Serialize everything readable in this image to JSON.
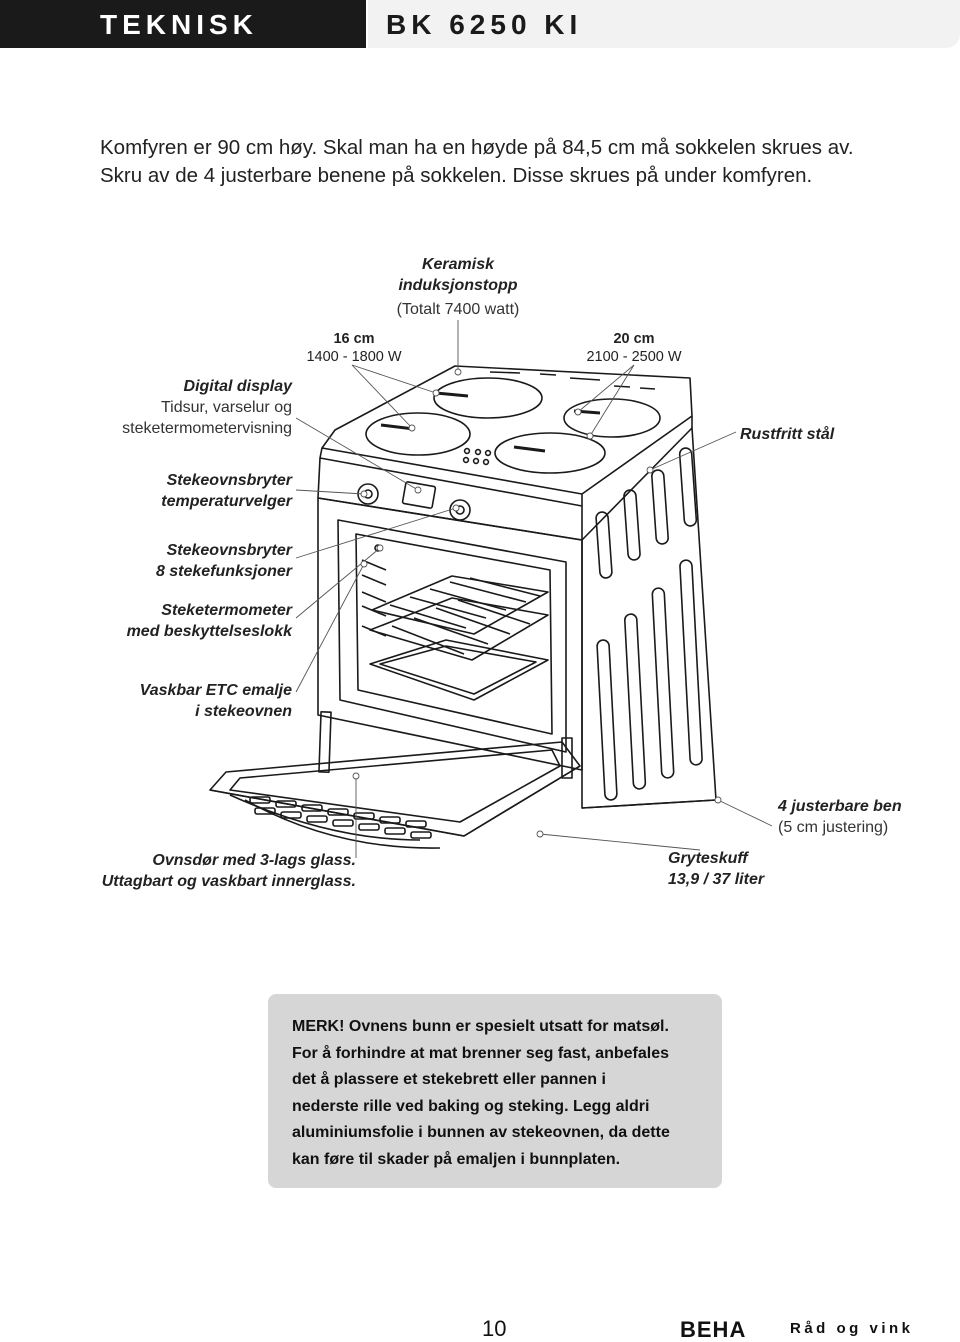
{
  "header": {
    "section": "TEKNISK",
    "model": "BK 6250 KI"
  },
  "intro": {
    "line1": "Komfyren er 90 cm høy. Skal man ha en høyde på 84,5 cm må sokkelen skrues av.",
    "line2": "Skru av de 4 justerbare benene på sokkelen. Disse skrues på under komfyren."
  },
  "labels": {
    "cooktop_title1": "Keramisk",
    "cooktop_title2": "induksjonstopp",
    "cooktop_total": "(Totalt 7400 watt)",
    "zone16_size": "16 cm",
    "zone16_power": "1400 - 1800 W",
    "zone20_size": "20 cm",
    "zone20_power": "2100 - 2500 W",
    "display_title": "Digital display",
    "display_sub1": "Tidsur, varselur og",
    "display_sub2": "steketermometervisning",
    "steel": "Rustfritt stål",
    "temp1": "Stekeovnsbryter",
    "temp2": "temperaturvelger",
    "func1": "Stekeovnsbryter",
    "func2": "8 stekefunksjoner",
    "thermo1": "Steketermometer",
    "thermo2": "med beskyttelseslokk",
    "enamel1": "Vaskbar ETC emalje",
    "enamel2": "i stekeovnen",
    "legs1": "4 justerbare ben",
    "legs2": "(5 cm justering)",
    "door1": "Ovnsdør med 3-lags glass.",
    "door2": "Uttagbart og vaskbart innerglass.",
    "drawer1": "Gryteskuff",
    "drawer2": "13,9 / 37 liter"
  },
  "note": {
    "line1": "MERK! Ovnens bunn er spesielt utsatt for matsøl.",
    "line2": "For å forhindre at mat brenner seg fast, anbefales",
    "line3": "det å plassere et stekebrett eller pannen i",
    "line4": "nederste rille ved baking og steking. Legg aldri",
    "line5": "aluminiumsfolie i bunnen av stekeovnen, da dette",
    "line6": "kan føre til skader på emaljen i bunnplaten."
  },
  "footer": {
    "page": "10",
    "brand": "BEHA",
    "tagline": "Råd og vink"
  }
}
